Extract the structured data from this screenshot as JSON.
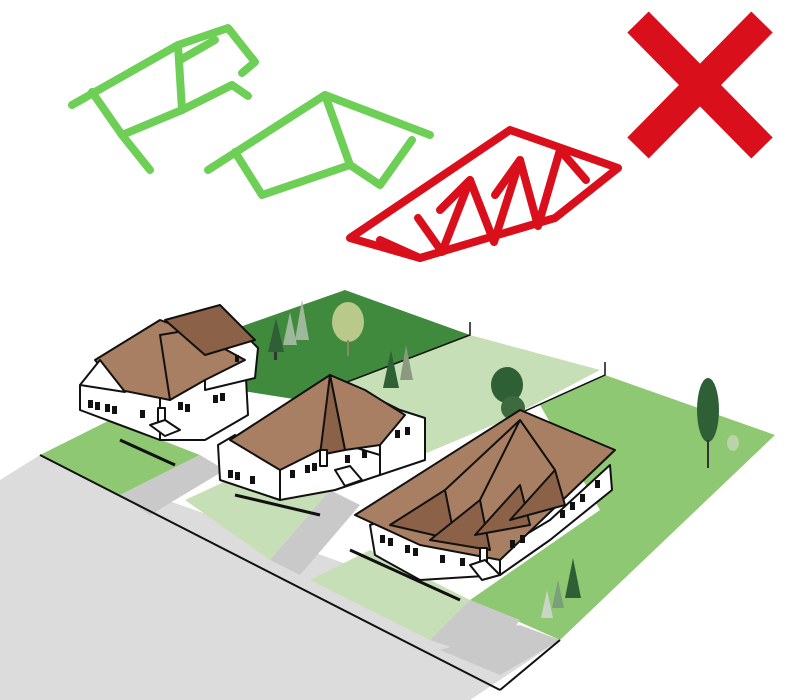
{
  "colors": {
    "approved": "#6dcf55",
    "rejected": "#d90f1b",
    "roof": "#a97f63",
    "roof_dark": "#8b6147",
    "lawn": "#8fc873",
    "lawn_dark": "#3f8a3c",
    "lawn_light": "#c7dfb6",
    "paving": "#c9c9c9",
    "road": "#dcdcdc",
    "wall": "#ffffff",
    "outline": "#111111",
    "tree": "#2f5f35"
  },
  "roof_shapes": [
    {
      "shape": "gable-roof-outline",
      "status": "approved"
    },
    {
      "shape": "hip-roof-outline",
      "status": "approved"
    },
    {
      "shape": "long-multi-gable-roof-outline",
      "status": "rejected"
    }
  ],
  "verdict_icon": "cross-icon",
  "houses": [
    {
      "roof": "cross-gable",
      "status": "approved"
    },
    {
      "roof": "hip-gable",
      "status": "approved"
    },
    {
      "roof": "multi-gable",
      "status": "rejected"
    }
  ]
}
